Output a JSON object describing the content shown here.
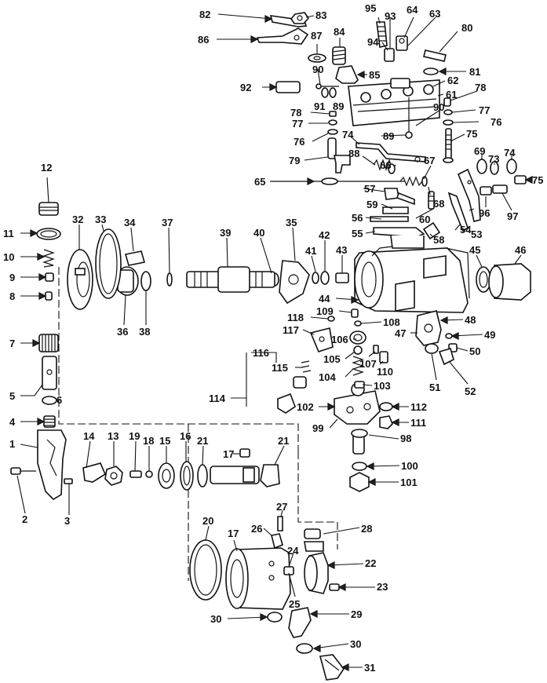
{
  "callouts": {
    "c1": "1",
    "c2": "2",
    "c3": "3",
    "c4": "4",
    "c5": "5",
    "c6": "6",
    "c7": "7",
    "c8": "8",
    "c9": "9",
    "c10": "10",
    "c11": "11",
    "c12": "12",
    "c13": "13",
    "c14": "14",
    "c15": "15",
    "c16": "16",
    "c17": "17",
    "c18": "18",
    "c19": "19",
    "c20": "20",
    "c21": "21",
    "c22": "22",
    "c23": "23",
    "c24": "24",
    "c25": "25",
    "c26": "26",
    "c27": "27",
    "c28": "28",
    "c29": "29",
    "c30": "30",
    "c31": "31",
    "c32": "32",
    "c33": "33",
    "c34": "34",
    "c35": "35",
    "c36": "36",
    "c37": "37",
    "c38": "38",
    "c39": "39",
    "c40": "40",
    "c41": "41",
    "c42": "42",
    "c43": "43",
    "c44": "44",
    "c45": "45",
    "c46": "46",
    "c47": "47",
    "c48": "48",
    "c49": "49",
    "c50": "50",
    "c51": "51",
    "c52": "52",
    "c53": "53",
    "c54": "54",
    "c55": "55",
    "c56": "56",
    "c57": "57",
    "c58": "58",
    "c59": "59",
    "c60": "60",
    "c61": "61",
    "c62": "62",
    "c63": "63",
    "c64": "64",
    "c65": "65",
    "c66": "66",
    "c67": "67",
    "c68": "68",
    "c69": "69",
    "c73": "73",
    "c74": "74",
    "c75": "75",
    "c76": "76",
    "c77": "77",
    "c78": "78",
    "c79": "79",
    "c80": "80",
    "c81": "81",
    "c82": "82",
    "c83": "83",
    "c84": "84",
    "c85": "85",
    "c86": "86",
    "c87": "87",
    "c88": "88",
    "c89": "89",
    "c90": "90",
    "c91": "91",
    "c92": "92",
    "c93": "93",
    "c94": "94",
    "c95": "95",
    "c96": "96",
    "c97": "97",
    "c98": "98",
    "c99": "99",
    "c100": "100",
    "c101": "101",
    "c102": "102",
    "c103": "103",
    "c104": "104",
    "c105": "105",
    "c106": "106",
    "c107": "107",
    "c108": "108",
    "c109": "109",
    "c110": "110",
    "c111": "111",
    "c112": "112",
    "c114": "114",
    "c115": "115",
    "c116": "116",
    "c117": "117",
    "c118": "118"
  }
}
